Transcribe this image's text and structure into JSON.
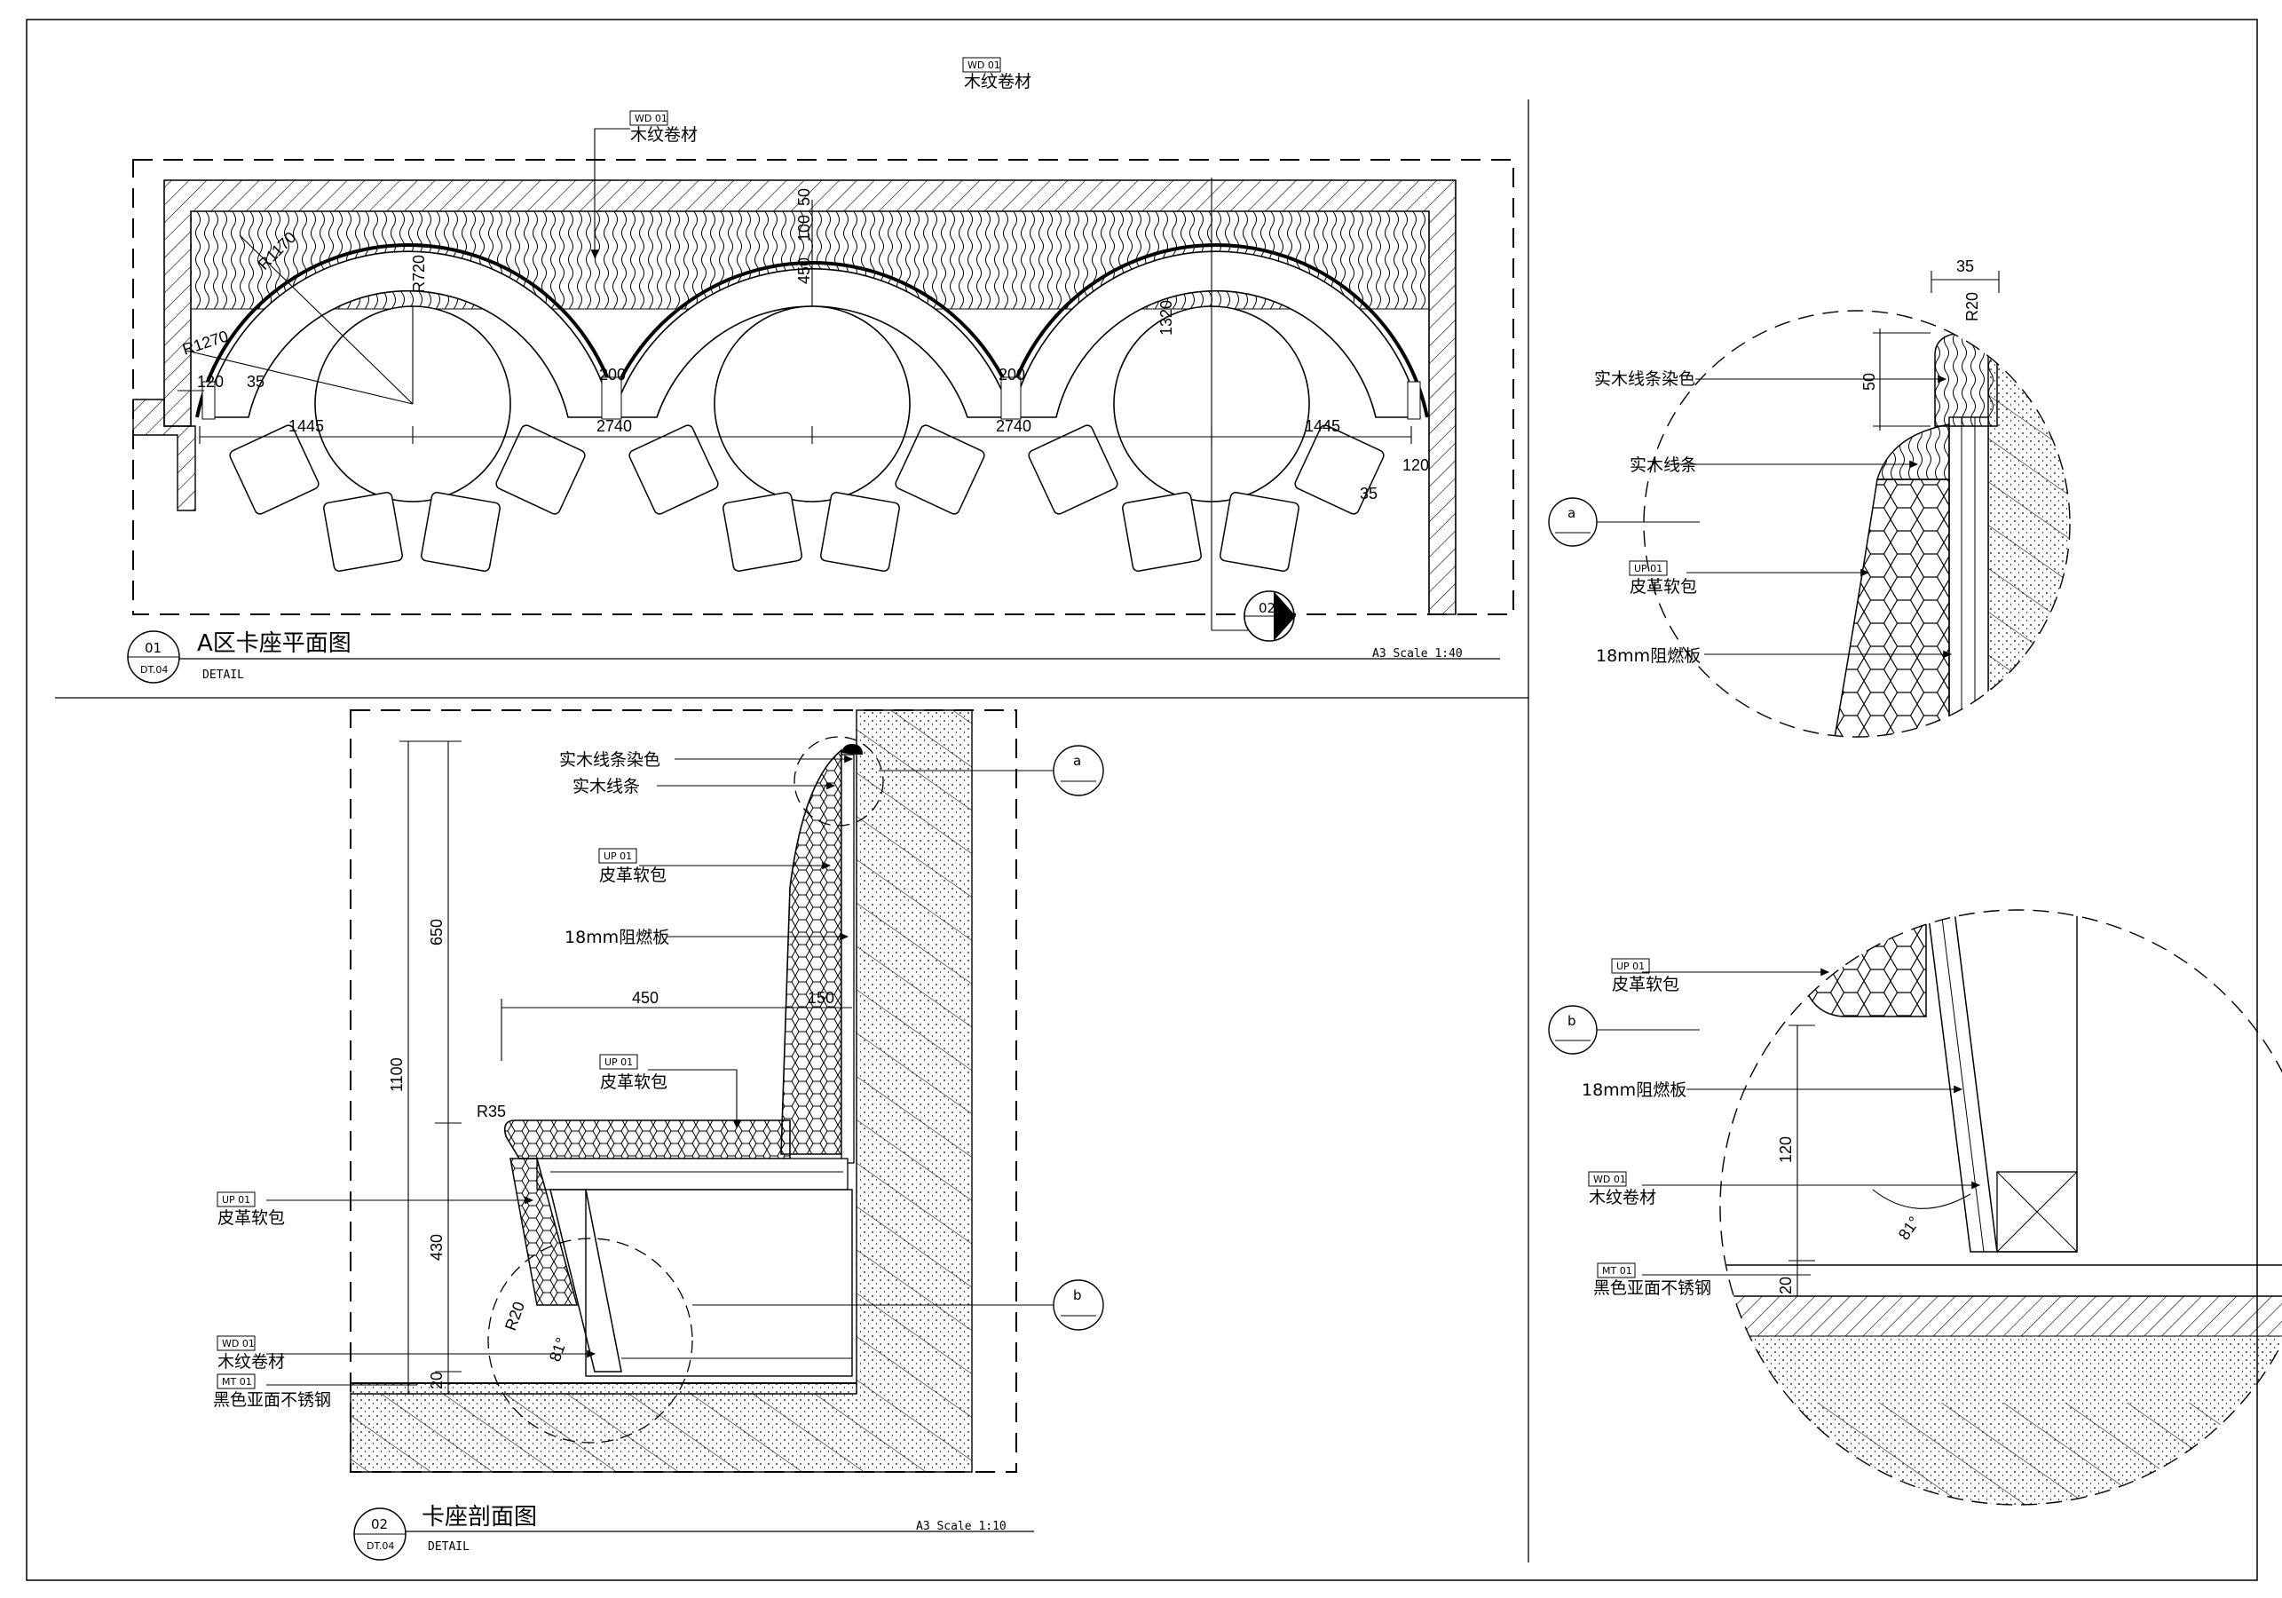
{
  "plan": {
    "title": "A区卡座平面图",
    "detail": "DETAIL",
    "bubble_num": "01",
    "bubble_sheet": "DT.04",
    "scale": "A3 Scale 1:40",
    "section_marker": "02",
    "tags": [
      {
        "code": "WD 01",
        "text": "木纹卷材"
      },
      {
        "code": "WD 01",
        "text": "木纹卷材"
      }
    ],
    "dims": {
      "r1170": "R1170",
      "r1270": "R1270",
      "r720": "R720",
      "d120a": "120",
      "d35a": "35",
      "d1445a": "1445",
      "d2740a": "2740",
      "d2740b": "2740",
      "d1445b": "1445",
      "d200a": "200",
      "d200b": "200",
      "d50": "50",
      "d100": "100",
      "d450": "450",
      "d1320": "1320",
      "d120b": "120",
      "d35b": "35"
    }
  },
  "section": {
    "title": "卡座剖面图",
    "detail": "DETAIL",
    "bubble_num": "02",
    "bubble_sheet": "DT.04",
    "scale": "A3 Scale 1:10",
    "labels": {
      "solid_wood_stained": "实木线条染色",
      "solid_wood": "实木线条",
      "leather_back": "皮革软包",
      "board": "18mm阻燃板",
      "leather_seat": "皮革软包",
      "leather_front": "皮革软包",
      "wood_veneer": "木纹卷材",
      "steel": "黑色亚面不锈钢"
    },
    "codes": {
      "up": "UP 01",
      "wd": "WD 01",
      "mt": "MT 01"
    },
    "dims": {
      "d1100": "1100",
      "d650": "650",
      "d430": "430",
      "d20": "20",
      "d450": "450",
      "d150": "150",
      "r35": "R35",
      "r20": "R20",
      "a81": "81°"
    },
    "callout_a": "a",
    "callout_b": "b"
  },
  "detail_a": {
    "callout": "a",
    "labels": {
      "solid_wood_stained": "实木线条染色",
      "solid_wood": "实木线条",
      "leather": "皮革软包",
      "board": "18mm阻燃板"
    },
    "code_up": "UP 01",
    "dims": {
      "d35": "35",
      "r20": "R20",
      "d50": "50"
    }
  },
  "detail_b": {
    "callout": "b",
    "labels": {
      "leather": "皮革软包",
      "board": "18mm阻燃板",
      "wood_veneer": "木纹卷材",
      "steel": "黑色亚面不锈钢"
    },
    "codes": {
      "up": "UP 01",
      "wd": "WD 01",
      "mt": "MT 01"
    },
    "dims": {
      "d120": "120",
      "a81": "81°",
      "d20": "20"
    }
  }
}
